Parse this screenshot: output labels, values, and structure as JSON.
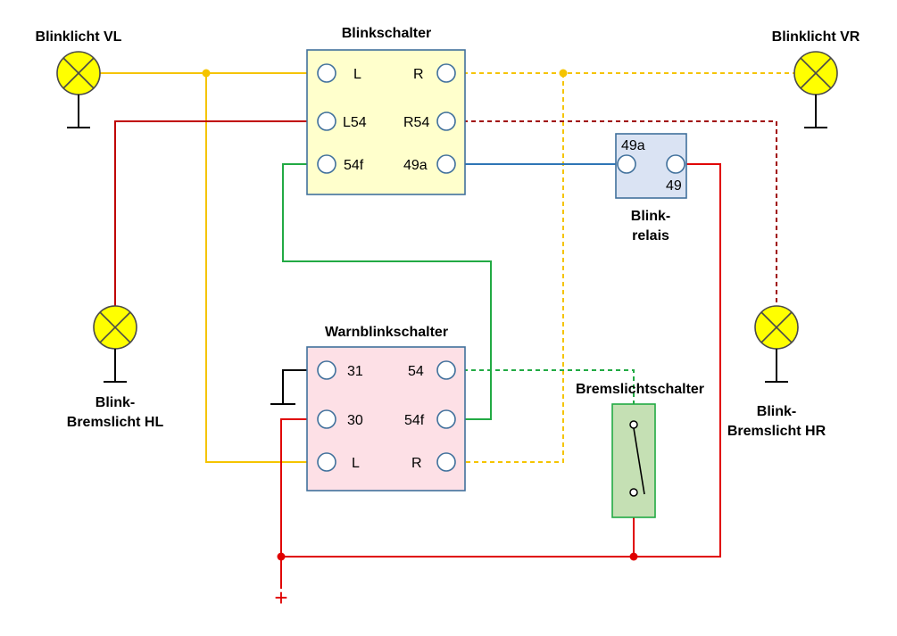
{
  "colors": {
    "yellow_wire": "#f5c400",
    "red_wire": "#c00000",
    "dark_red_wire": "#a00000",
    "bright_red_wire": "#e00000",
    "green_wire": "#22aa44",
    "blue_wire": "#2e75b6",
    "blinkschalter_fill": "#ffffcc",
    "warnblink_fill": "#fde0e6",
    "relais_fill": "#dae3f3",
    "brems_fill": "#c5e0b4",
    "box_border": "#41719c"
  },
  "lamps": {
    "vl": {
      "label": "Blinklicht VL"
    },
    "vr": {
      "label": "Blinklicht VR"
    },
    "hl": {
      "label_line1": "Blink-",
      "label_line2": "Bremslicht HL"
    },
    "hr": {
      "label_line1": "Blink-",
      "label_line2": "Bremslicht HR"
    }
  },
  "blinkschalter": {
    "title": "Blinkschalter",
    "terminals": {
      "l": "L",
      "r": "R",
      "l54": "L54",
      "r54": "R54",
      "f54": "54f",
      "a49": "49a"
    }
  },
  "warnblinkschalter": {
    "title": "Warnblinkschalter",
    "terminals": {
      "t31": "31",
      "t54": "54",
      "t30": "30",
      "f54": "54f",
      "l": "L",
      "r": "R"
    }
  },
  "relais": {
    "title_line1": "Blink-",
    "title_line2": "relais",
    "terminals": {
      "a49": "49a",
      "t49": "49"
    }
  },
  "bremslichtschalter": {
    "title": "Bremslichtschalter"
  },
  "supply": {
    "plus": "+"
  }
}
